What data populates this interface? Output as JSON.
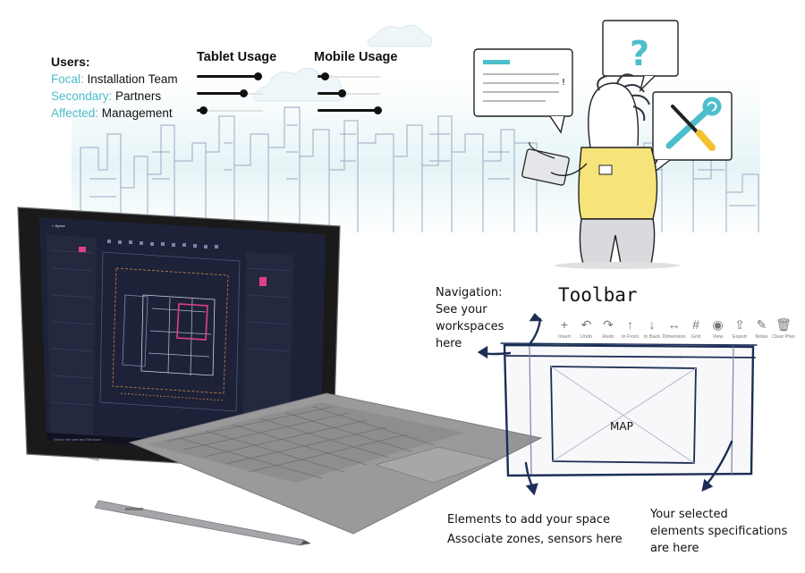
{
  "users": {
    "heading": "Users:",
    "rows": [
      {
        "key": "Focal:",
        "value": " Installation Team"
      },
      {
        "key": "Secondary:",
        "value": " Partners"
      },
      {
        "key": "Affected:",
        "value": " Management"
      }
    ]
  },
  "tablet_usage": {
    "title": "Tablet Usage",
    "levels": [
      0.92,
      0.7,
      0.1
    ]
  },
  "mobile_usage": {
    "title": "Mobile Usage",
    "levels": [
      0.12,
      0.38,
      0.95
    ]
  },
  "toolbar": {
    "title": "Toolbar",
    "items": [
      {
        "icon": "plus-icon",
        "glyph": "+",
        "label": "Insert"
      },
      {
        "icon": "undo-icon",
        "glyph": "↶",
        "label": "Undo"
      },
      {
        "icon": "redo-icon",
        "glyph": "↷",
        "label": "Redo"
      },
      {
        "icon": "arrow-up-icon",
        "glyph": "↑",
        "label": "to Front"
      },
      {
        "icon": "arrow-down-icon",
        "glyph": "↓",
        "label": "to Back"
      },
      {
        "icon": "dimension-icon",
        "glyph": "↔",
        "label": "Dimension"
      },
      {
        "icon": "grid-icon",
        "glyph": "#",
        "label": "Grid"
      },
      {
        "icon": "eye-icon",
        "glyph": "◉",
        "label": "View"
      },
      {
        "icon": "export-icon",
        "glyph": "⇪",
        "label": "Export"
      },
      {
        "icon": "notes-icon",
        "glyph": "✎",
        "label": "Notes"
      },
      {
        "icon": "trash-icon",
        "glyph": "🗑",
        "label": "Clear Plan"
      }
    ]
  },
  "annotations": {
    "navigation": [
      "Navigation:",
      "See your",
      "workspaces",
      "here"
    ],
    "map": "MAP",
    "elements": [
      "Elements to add your space",
      "Associate zones, sensors here"
    ],
    "specs": [
      "Your selected",
      "elements specifications",
      "are here"
    ]
  },
  "speech_bubble": {
    "mark": "!"
  },
  "question_bubble": {
    "mark": "?"
  },
  "tools_icon": "wrench-screwdriver-icon",
  "screen": {
    "back_label": "< Space",
    "search_text": "Search the web and Windows"
  },
  "colors": {
    "accent": "#4dbecb",
    "screen_bg": "#1e2238",
    "screen_highlight": "#e0408a",
    "shirt": "#f6e37a",
    "keyboard": "#8e8e8e"
  }
}
